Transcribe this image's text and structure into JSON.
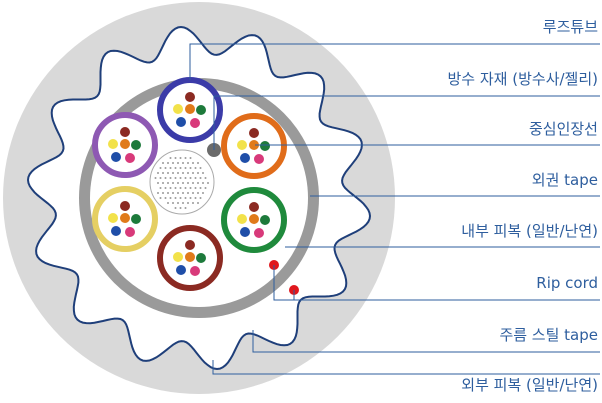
{
  "labels": [
    {
      "key": "loose_tube",
      "text": "루즈튜브"
    },
    {
      "key": "waterproof",
      "text": "방수 자재 (방수사/젤리)"
    },
    {
      "key": "central_strength",
      "text": "중심인장선"
    },
    {
      "key": "outer_tape",
      "text": "외권 tape"
    },
    {
      "key": "inner_sheath",
      "text": "내부 피복 (일반/난연)"
    },
    {
      "key": "rip_cord",
      "text": "Rip cord"
    },
    {
      "key": "corrugated_steel",
      "text": "주름 스틸 tape"
    },
    {
      "key": "outer_sheath",
      "text": "외부 피복 (일반/난연)"
    }
  ],
  "colors": {
    "label_text": "#2e5e9e",
    "outer_jacket": "#d9d9d9",
    "steel_tape": "#ffffff",
    "steel_outline": "#1f3f7a",
    "inner_sheath": "#9a9a9a",
    "waterproof_fill": "#ffffff",
    "rip_cord": "#e0171d",
    "center_strength": "#6b6b6b",
    "tube_colors": [
      "#3b3ba8",
      "#e06c1a",
      "#1f8a3c",
      "#8b2a22",
      "#e5cf63",
      "#8e59b3"
    ],
    "fiber_colors": [
      "#8b2a22",
      "#f2e24a",
      "#e07a1a",
      "#1d7a3b",
      "#1f4ea8",
      "#d83a7a"
    ]
  }
}
